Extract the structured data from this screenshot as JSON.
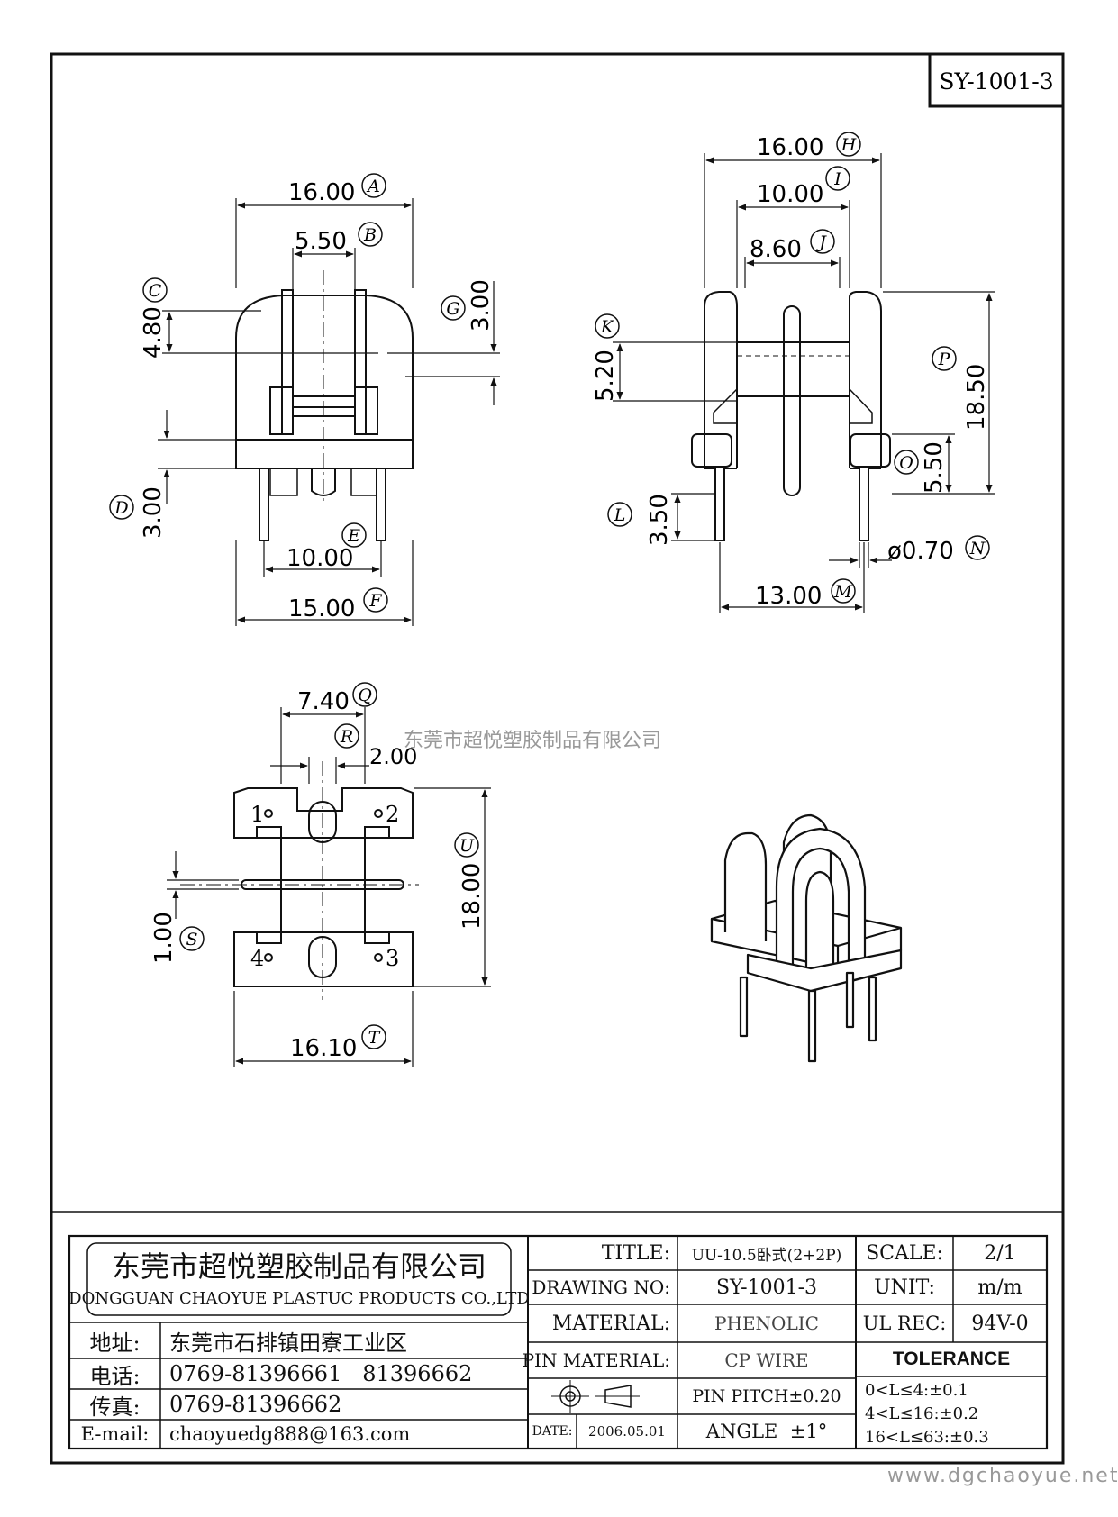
{
  "drawing_number": "SY-1001-3",
  "watermark_company": "东莞市超悦塑胶制品有限公司",
  "watermark_site": "www.dgchaoyue.net",
  "dimensions": {
    "A": "16.00",
    "B": "5.50",
    "C": "4.80",
    "D": "3.00",
    "E": "10.00",
    "F": "15.00",
    "G": "3.00",
    "H": "16.00",
    "I": "10.00",
    "J": "8.60",
    "K": "5.20",
    "L": "3.50",
    "M": "13.00",
    "N": "ø0.70",
    "O": "5.50",
    "P": "18.50",
    "Q": "7.40",
    "R": "2.00",
    "S": "1.00",
    "T": "16.10",
    "U": "18.00"
  },
  "dimension_letters": [
    "A",
    "B",
    "C",
    "D",
    "E",
    "F",
    "G",
    "H",
    "I",
    "J",
    "K",
    "L",
    "M",
    "N",
    "O",
    "P",
    "Q",
    "R",
    "S",
    "T",
    "U"
  ],
  "pin_labels": [
    "1",
    "2",
    "3",
    "4"
  ],
  "title_block": {
    "company_cn": "东莞市超悦塑胶制品有限公司",
    "company_en": "DONGGUAN CHAOYUE PLASTUC PRODUCTS CO.,LTD",
    "address_label": "地址:",
    "address": "东莞市石排镇田寮工业区",
    "phone_label": "电话:",
    "phone": "0769-81396661   81396662",
    "fax_label": "传真:",
    "fax": "0769-81396662",
    "email_label": "E-mail:",
    "email": "chaoyuedg888@163.com",
    "title_label": "TITLE:",
    "title": "UU-10.5卧式(2+2P)",
    "drawing_no_label": "DRAWING NO:",
    "drawing_no": "SY-1001-3",
    "material_label": "MATERIAL:",
    "material": "PHENOLIC",
    "pin_material_label": "PIN MATERIAL:",
    "pin_material": "CP WIRE",
    "pin_pitch": "PIN PITCH±0.20",
    "angle": "ANGLE  ±1°",
    "date_label": "DATE:",
    "date": "2006.05.01",
    "scale_label": "SCALE:",
    "scale": "2/1",
    "unit_label": "UNIT:",
    "unit": "m/m",
    "ul_rec_label": "UL REC:",
    "ul_rec": "94V-0",
    "tolerance_label": "TOLERANCE",
    "tolerances": [
      "0<L≤4:±0.1",
      "4<L≤16:±0.2",
      "16<L≤63:±0.3"
    ]
  }
}
